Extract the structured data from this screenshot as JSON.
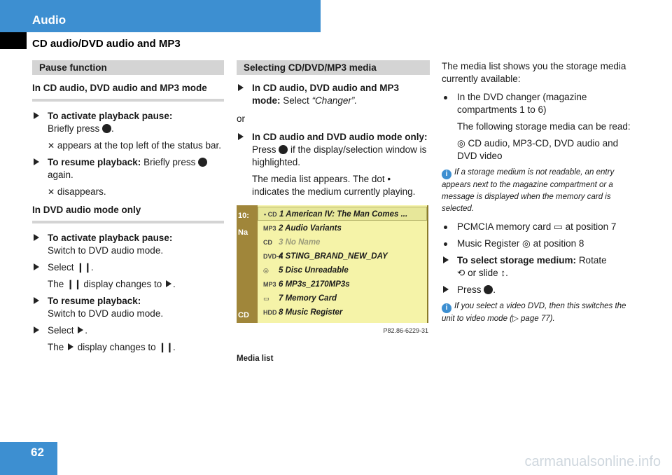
{
  "header": {
    "title": "Audio",
    "section": "CD audio/DVD audio and MP3"
  },
  "col1": {
    "bar": "Pause function",
    "subhead1": "In CD audio, DVD audio and MP3 mode",
    "s1_bold": "To activate playback pause:",
    "s1_text": "Briefly press",
    "s1_note": "appears at the top left of the status bar.",
    "s2_bold": "To resume playback:",
    "s2_text": "Briefly press",
    "s2_text2": "again.",
    "s2_note": "disappears.",
    "subhead2": "In DVD audio mode only",
    "s3_bold": "To activate playback pause:",
    "s3_text": "Switch to DVD audio mode.",
    "s4_text": "Select",
    "s4_note1": "The",
    "s4_note2": "display changes to",
    "s5_bold": "To resume playback:",
    "s5_text": "Switch to DVD audio mode.",
    "s6_text": "Select",
    "s6_note1": "The",
    "s6_note2": "display changes to"
  },
  "col2": {
    "bar": "Selecting CD/DVD/MP3 media",
    "s1_bold": "In CD audio, DVD audio and MP3 mode:",
    "s1_text": "Select",
    "s1_italic": "“Changer”.",
    "or": "or",
    "s2_bold": "In CD audio and DVD audio mode only:",
    "s2_text": "Press",
    "s2_text2": "if the display/selection window is highlighted.",
    "s2_note": "The media list appears. The dot",
    "s2_note2": "indicates the medium currently playing.",
    "menu_left": [
      "10:",
      "Na",
      "CD"
    ],
    "menu_rows": [
      {
        "icon": "• CD",
        "label": "1 American IV: The Man Comes ..."
      },
      {
        "icon": "MP3",
        "label": "2 Audio Variants"
      },
      {
        "icon": "CD",
        "label": "3 No Name"
      },
      {
        "icon": "DVD-A",
        "label": "4 STING_BRAND_NEW_DAY"
      },
      {
        "icon": "◎",
        "label": "5 Disc Unreadable"
      },
      {
        "icon": "MP3",
        "label": "6 MP3s_2170MP3s"
      },
      {
        "icon": "▭",
        "label": "7 Memory Card"
      },
      {
        "icon": "HDD",
        "label": "8 Music Register"
      }
    ],
    "menu_code": "P82.86-6229-31",
    "caption": "Media list"
  },
  "col3": {
    "intro": "The media list shows you the storage media currently available:",
    "b1": "In the DVD changer (magazine compartments 1 to 6)",
    "b1_note": "The following storage media can be read:",
    "b1_media": "CD audio, MP3-CD, DVD audio and DVD video",
    "info1": "If a storage medium is not readable, an entry appears next to the magazine compartment or a message is displayed when the memory card is selected.",
    "b2": "PCMCIA memory card",
    "b2_pos": "at position 7",
    "b3": "Music Register",
    "b3_pos": "at position 8",
    "s1_bold": "To select storage medium:",
    "s1_text": "Rotate",
    "s1_text2": "or slide",
    "s2_text": "Press",
    "info2": "If you select a video DVD, then this switches the unit to video mode (▷ page 77)."
  },
  "footer": {
    "page": "62",
    "watermark": "carmanualsonline.info"
  }
}
